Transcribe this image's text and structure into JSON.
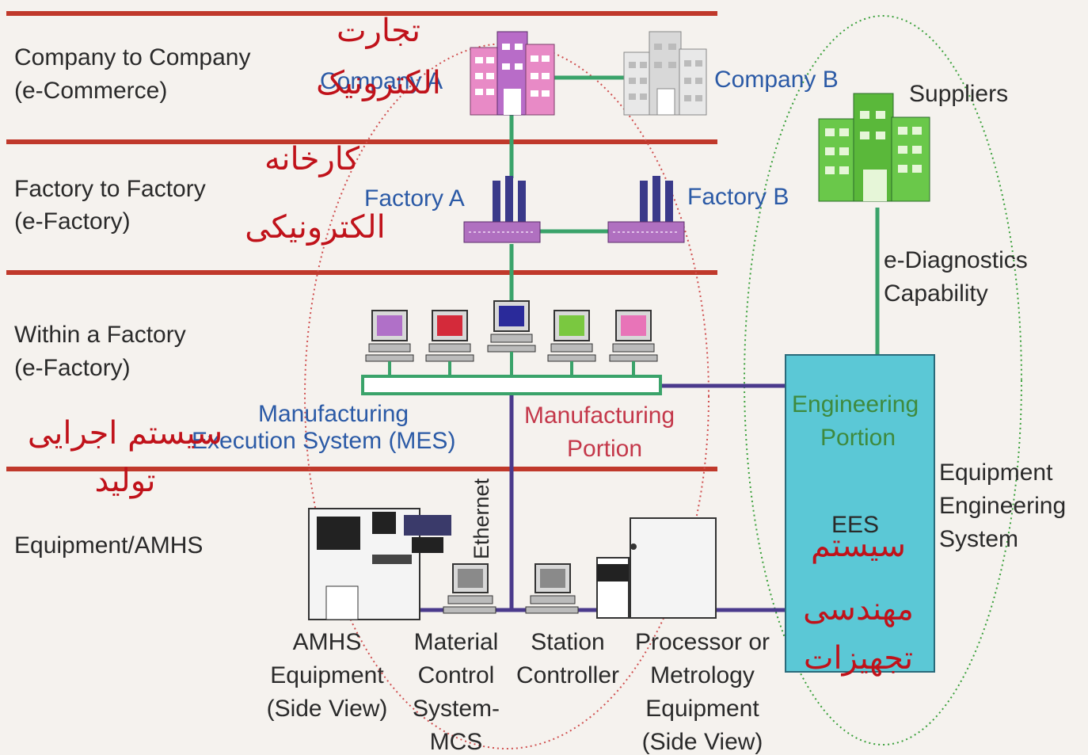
{
  "levels": [
    {
      "line1": "Company to Company",
      "line2": "(e-Commerce)"
    },
    {
      "line1": "Factory to Factory",
      "line2": "(e-Factory)"
    },
    {
      "line1": "Within a Factory",
      "line2": "(e-Factory)"
    },
    {
      "line1": "Equipment/AMHS",
      "line2": ""
    }
  ],
  "nodes": {
    "company_a": "Company A",
    "company_b": "Company B",
    "suppliers": "Suppliers",
    "factory_a": "Factory A",
    "factory_b": "Factory B",
    "e_diagnostics": [
      "e-Diagnostics",
      "Capability"
    ],
    "mes": [
      "Manufacturing",
      "Execution System (MES)"
    ],
    "manufacturing_portion": [
      "Manufacturing",
      "Portion"
    ],
    "engineering_portion": [
      "Engineering",
      "Portion"
    ],
    "ees": "EES",
    "ees_label": [
      "Equipment",
      "Engineering",
      "System"
    ],
    "ethernet": "Ethernet",
    "amhs_equipment": [
      "AMHS",
      "Equipment",
      "(Side View)"
    ],
    "mcs": [
      "Material",
      "Control",
      "System-",
      "MCS"
    ],
    "station_controller": [
      "Station",
      "Controller"
    ],
    "processor": [
      "Processor or",
      "Metrology",
      "Equipment",
      "(Side View)"
    ]
  },
  "annotations": {
    "e_commerce": [
      "تجارت",
      "الکترونیک"
    ],
    "e_factory": [
      "کارخانه",
      "الکترونیکی"
    ],
    "mes": [
      "سیستم اجرایی",
      "تولید"
    ],
    "ees": [
      "سیستم",
      "مهندسی",
      "تجهیزات"
    ]
  },
  "colors": {
    "divider": "#c0392b",
    "green_link": "#3aa36a",
    "purple_link": "#4a3a8c",
    "ees_box": "#5bc8d6",
    "farsi_text": "#c0121a",
    "blue_text": "#2b5aa6",
    "red_text": "#c4384a",
    "green_text": "#3e8a3e"
  },
  "screens": [
    "#b070c8",
    "#d42a3a",
    "#2a2a9a",
    "#7ac840",
    "#e874b8"
  ]
}
